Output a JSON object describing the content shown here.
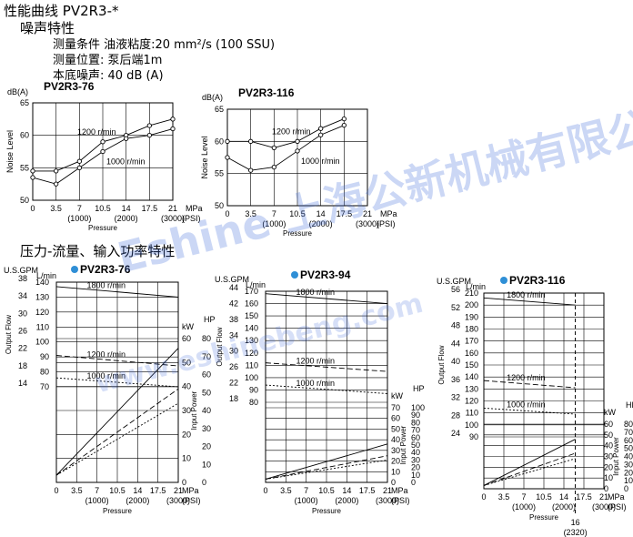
{
  "title": "性能曲线 PV2R3-*",
  "noise_heading": "噪声特性",
  "conditions": [
    "测量条件 油液粘度:20 mm²/s (100 SSU)",
    "测量位置: 泵后端1m",
    "本底噪声: 40 dB (A)"
  ],
  "section2_heading": "压力-流量、输入功率特性",
  "watermark": "Eshine 上海公新机械有限公司",
  "watermark2": "www.eshinebeng.com",
  "colors": {
    "curve": "#000000",
    "watermark": "#4f7fe0",
    "bullet": "#2f8fd6"
  },
  "chart_data": [
    {
      "id": "noise-76",
      "type": "line",
      "title": "PV2R3-76",
      "ylabel": "Noise Level",
      "yunit": "dB(A)",
      "xlabel": "Pressure",
      "xunit": "MPa (PSI)",
      "x_ticks": [
        "0",
        "3.5",
        "7",
        "10.5",
        "14",
        "17.5",
        "21"
      ],
      "x_psi": [
        "(1000)",
        "(2000)",
        "(3000)"
      ],
      "y_ticks": [
        50,
        55,
        60,
        65
      ],
      "xlim": [
        0,
        21
      ],
      "ylim": [
        50,
        65
      ],
      "series": [
        {
          "name": "1200 r/min",
          "x": [
            0,
            3.5,
            7,
            10.5,
            14,
            17.5,
            21
          ],
          "y": [
            54.5,
            54.5,
            56,
            59,
            60,
            61.5,
            62.5
          ]
        },
        {
          "name": "1000 r/min",
          "x": [
            0,
            3.5,
            7,
            10.5,
            14,
            17.5,
            21
          ],
          "y": [
            53.5,
            52.5,
            55,
            57.5,
            59.5,
            60,
            61
          ]
        }
      ]
    },
    {
      "id": "noise-116",
      "type": "line",
      "title": "PV2R3-116",
      "ylabel": "Noise Level",
      "yunit": "dB(A)",
      "xlabel": "Pressure",
      "xunit": "MPa (PSI)",
      "x_ticks": [
        "0",
        "3.5",
        "7",
        "10.5",
        "14",
        "17.5",
        "21"
      ],
      "x_psi": [
        "(1000)",
        "(2000)",
        "(3000)"
      ],
      "y_ticks": [
        50,
        55,
        60,
        65
      ],
      "xlim": [
        0,
        21
      ],
      "ylim": [
        50,
        65
      ],
      "series": [
        {
          "name": "1200 r/min",
          "x": [
            0,
            3.5,
            7,
            10.5,
            14,
            17.5
          ],
          "y": [
            60,
            60,
            59,
            60,
            62,
            63.5
          ]
        },
        {
          "name": "1000 r/min",
          "x": [
            0,
            3.5,
            7,
            10.5,
            14,
            17.5
          ],
          "y": [
            57.5,
            55.5,
            56,
            58.5,
            61,
            62.5
          ]
        }
      ]
    },
    {
      "id": "pq-76",
      "type": "line",
      "title": "PV2R3-76",
      "flow_label": "Output Flow",
      "power_label": "Input Power",
      "xlabel": "Pressure",
      "flow_units": "U.S.GPM L/min",
      "power_units": "kW HP",
      "lmin_ticks": [
        70,
        80,
        90,
        100,
        110,
        120,
        130,
        140
      ],
      "gpm_ticks": [
        14,
        18,
        22,
        26,
        30,
        34,
        38
      ],
      "kw_ticks": [
        0,
        10,
        20,
        30,
        40,
        50,
        60
      ],
      "hp_ticks": [
        0,
        10,
        20,
        30,
        40,
        50,
        60,
        70,
        80
      ],
      "x_ticks": [
        "0",
        "3.5",
        "7",
        "10.5",
        "14",
        "17.5",
        "21"
      ],
      "x_psi": [
        "(1000)",
        "(2000)",
        "(3000)"
      ],
      "xlim": [
        0,
        21
      ],
      "flow_series": [
        {
          "name": "1800 r/min",
          "x": [
            0,
            21
          ],
          "y": [
            137,
            130
          ]
        },
        {
          "name": "1200 r/min",
          "x": [
            0,
            21
          ],
          "y": [
            91,
            84
          ]
        },
        {
          "name": "1000 r/min",
          "x": [
            0,
            21
          ],
          "y": [
            76,
            70
          ]
        }
      ],
      "power_series": [
        {
          "name": "",
          "x": [
            0,
            21
          ],
          "y": [
            3,
            56
          ]
        },
        {
          "name": "",
          "x": [
            0,
            21
          ],
          "y": [
            3,
            39
          ]
        },
        {
          "name": "",
          "x": [
            0,
            21
          ],
          "y": [
            3,
            33
          ]
        }
      ]
    },
    {
      "id": "pq-94",
      "type": "line",
      "title": "PV2R3-94",
      "flow_label": "Output Flow",
      "power_label": "Input Power",
      "xlabel": "Pressure",
      "flow_units": "U.S.GPM L/min",
      "power_units": "kW HP",
      "lmin_ticks": [
        80,
        90,
        100,
        110,
        120,
        130,
        140,
        150,
        160,
        170
      ],
      "gpm_ticks": [
        18,
        22,
        26,
        30,
        34,
        38,
        42,
        44
      ],
      "kw_ticks": [
        0,
        10,
        20,
        30,
        40,
        50,
        60,
        70
      ],
      "hp_ticks": [
        0,
        10,
        20,
        30,
        40,
        50,
        60,
        70,
        80,
        90,
        100
      ],
      "x_ticks": [
        "0",
        "3.5",
        "7",
        "10.5",
        "14",
        "17.5",
        "21"
      ],
      "x_psi": [
        "(1000)",
        "(2000)",
        "(3000)"
      ],
      "xlim": [
        0,
        21
      ],
      "flow_series": [
        {
          "name": "1800 r/min",
          "x": [
            0,
            21
          ],
          "y": [
            168,
            160
          ]
        },
        {
          "name": "1200 r/min",
          "x": [
            0,
            21
          ],
          "y": [
            112,
            105
          ]
        },
        {
          "name": "1000 r/min",
          "x": [
            0,
            21
          ],
          "y": [
            94,
            87
          ]
        }
      ],
      "power_series": [
        {
          "name": "",
          "x": [
            0,
            21
          ],
          "y": [
            3,
            36
          ]
        },
        {
          "name": "",
          "x": [
            0,
            21
          ],
          "y": [
            3,
            25
          ]
        },
        {
          "name": "",
          "x": [
            0,
            21
          ],
          "y": [
            3,
            21
          ]
        }
      ]
    },
    {
      "id": "pq-116",
      "type": "line",
      "title": "PV2R3-116",
      "flow_label": "Output Flow",
      "power_label": "Input Power",
      "xlabel": "Pressure",
      "flow_units": "U.S.GPM L/min",
      "power_units": "kW HP",
      "lmin_ticks": [
        90,
        100,
        110,
        120,
        130,
        140,
        150,
        160,
        170,
        180,
        190,
        200,
        210
      ],
      "gpm_ticks": [
        24,
        28,
        32,
        36,
        40,
        44,
        48,
        52,
        56
      ],
      "kw_ticks": [
        0,
        10,
        20,
        30,
        40,
        50,
        60
      ],
      "hp_ticks": [
        0,
        10,
        20,
        30,
        40,
        50,
        60,
        70,
        80
      ],
      "x_ticks": [
        "0",
        "3.5",
        "7",
        "10.5",
        "14",
        "17.5",
        "21"
      ],
      "x_psi": [
        "(1000)",
        "(2000)",
        "(3000)"
      ],
      "xlim": [
        0,
        21
      ],
      "limit_label": "16",
      "limit_psi": "(2320)",
      "flow_series": [
        {
          "name": "1800 r/min",
          "x": [
            0,
            16
          ],
          "y": [
            206,
            200
          ]
        },
        {
          "name": "1200 r/min",
          "x": [
            0,
            16
          ],
          "y": [
            137,
            131
          ]
        },
        {
          "name": "1000 r/min",
          "x": [
            0,
            16
          ],
          "y": [
            114,
            109
          ]
        }
      ],
      "power_series": [
        {
          "name": "",
          "x": [
            0,
            16
          ],
          "y": [
            3,
            46
          ]
        },
        {
          "name": "",
          "x": [
            0,
            16
          ],
          "y": [
            3,
            33
          ]
        },
        {
          "name": "",
          "x": [
            0,
            16
          ],
          "y": [
            3,
            28
          ]
        }
      ]
    }
  ]
}
